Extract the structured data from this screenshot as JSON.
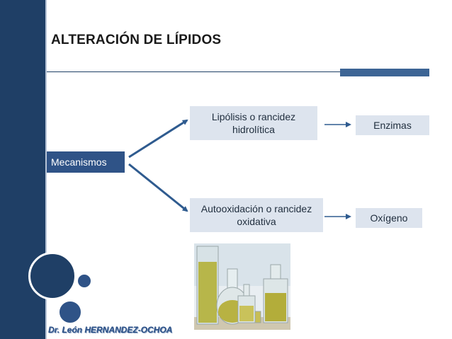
{
  "title": "ALTERACIÓN DE LÍPIDOS",
  "diagram": {
    "root": "Mecanismos",
    "branches": [
      {
        "label": "Lipólisis o rancidez hidrolítica",
        "line1": "Lipólisis o rancidez",
        "line2": "hidrolítica",
        "target": "Enzimas"
      },
      {
        "label": "Autooxidación o rancidez oxidativa",
        "line1": "Autooxidación o rancidez",
        "line2": "oxidativa",
        "target": "Oxígeno"
      }
    ]
  },
  "footer": {
    "author": "Dr. León HERNANDEZ-OCHOA"
  },
  "photo": {
    "subject": "oil-bottles-photo"
  },
  "colors": {
    "navy": "#1f3f66",
    "accent_blue": "#3d6595",
    "box_light": "#dde4ee",
    "arrow": "#2f5b8f"
  }
}
